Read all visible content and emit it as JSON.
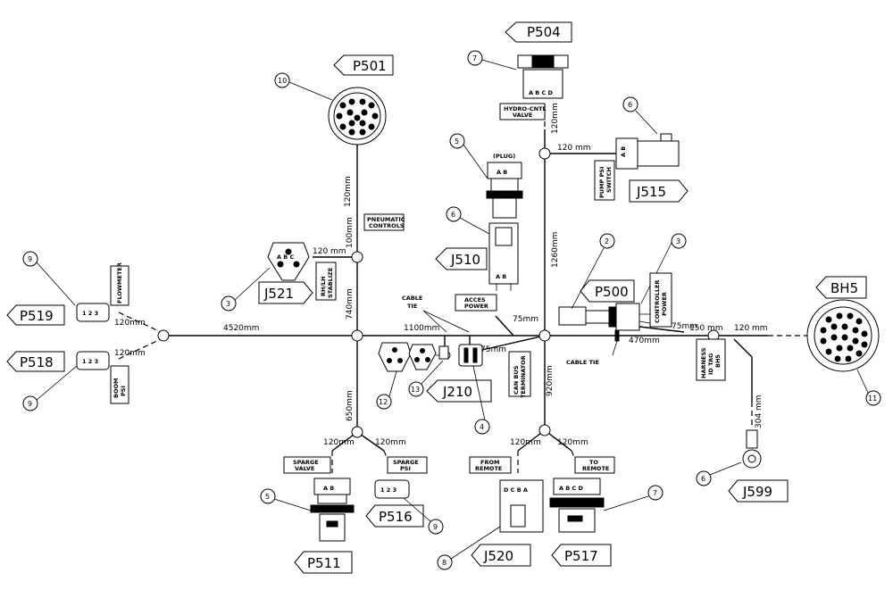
{
  "connectors": {
    "p504": "P504",
    "p501": "P501",
    "j515": "J515",
    "j510": "J510",
    "j521": "J521",
    "p500": "P500",
    "bh5": "BH5",
    "p519": "P519",
    "p518": "P518",
    "j210": "J210",
    "j599": "J599",
    "p516": "P516",
    "p511": "P511",
    "j520": "J520",
    "p517": "P517"
  },
  "callouts": {
    "c7a": "7",
    "c10": "10",
    "c6a": "6",
    "c5a": "5",
    "c6b": "6",
    "c2": "2",
    "c3a": "3",
    "c9a": "9",
    "c3b": "3",
    "c9b": "9",
    "c12": "12",
    "c13": "13",
    "c4": "4",
    "c11": "11",
    "c6c": "6",
    "c5b": "5",
    "c9c": "9",
    "c8": "8",
    "c7b": "7"
  },
  "dimensions": {
    "d120_p504": "120mm",
    "d120_j515": "120 mm",
    "d1260": "1260mm",
    "d120_p501": "120mm",
    "d100": "100mm",
    "d120_j521": "120 mm",
    "d740": "740mm",
    "d4520": "4520mm",
    "d1100": "1100mm",
    "d75_acc": "75mm",
    "d75_can": "75mm",
    "d75_ctrl": "75mm",
    "d470": "470mm",
    "d150": "150 mm",
    "d120_bh5": "120 mm",
    "d304": "304 mm",
    "d120_p519": "120mm",
    "d120_p518": "120mm",
    "d650": "650mm",
    "d920": "920mm",
    "d120_sv": "120mm",
    "d120_sp": "120mm",
    "d120_fr": "120mm",
    "d120_tr": "120mm"
  },
  "labels": {
    "hydro1": "HYDRO-CNTL",
    "hydro2": "VALVE",
    "pump1": "PUMP PSI",
    "pump2": "SWITCH",
    "pneu1": "PNEUMATIC",
    "pneu2": "CONTROLS",
    "stab1": "RH/LH",
    "stab2": "STABLIZE",
    "flow": "FLOWMETER",
    "boom1": "BOOM",
    "boom2": "PSI",
    "plug": "(PLUG)",
    "acc1": "ACCES",
    "acc2": "POWER",
    "ctrl1": "CONTROLLER",
    "ctrl2": "POWER",
    "harn1": "HARNESS",
    "harn2": "ID TAG",
    "harn3": "BH5",
    "cable_tie_1a": "CABLE",
    "cable_tie_1b": "TIE",
    "cable_tie_2": "CABLE TIE",
    "can1": "CAN BUS",
    "can2": "TERMINATOR",
    "sparge_v1": "SPARGE",
    "sparge_v2": "VALVE",
    "sparge_p1": "SPARGE",
    "sparge_p2": "PSI",
    "from1": "FROM",
    "from2": "REMOTE",
    "to1": "TO",
    "to2": "REMOTE"
  },
  "pin_letters": {
    "p504": "A B C D",
    "plug_ab": "A B",
    "j510_ab": "A B",
    "j515_ab": "A B",
    "p511_ab": "A B",
    "j520": "D C B A",
    "p517": "A B C D",
    "p519_123": "1 2 3",
    "p518_123": "1 2 3",
    "p516_123": "1 2 3",
    "j521_abc": "A B C"
  }
}
